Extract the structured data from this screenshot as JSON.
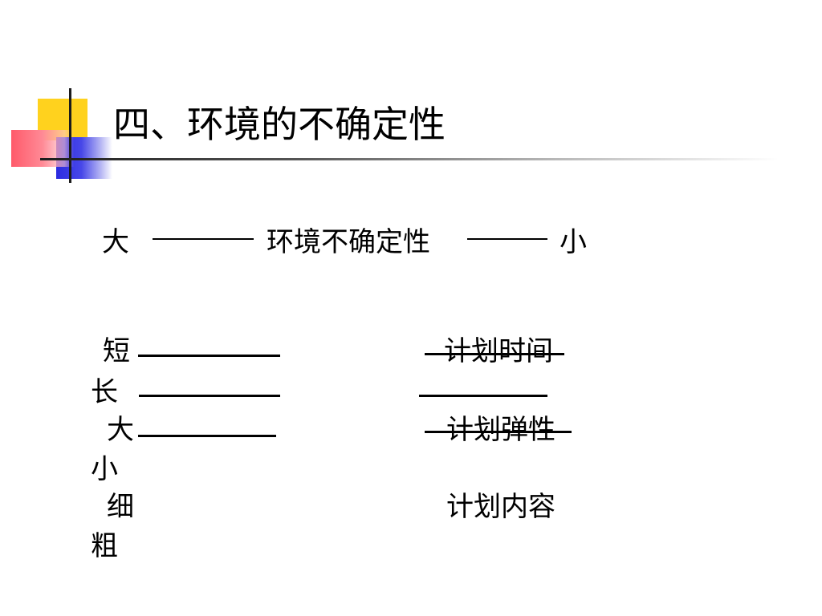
{
  "title": "四、环境的不确定性",
  "scale": {
    "left": "大",
    "center": "环境不确定性",
    "right": "小"
  },
  "rows": {
    "plan_time": {
      "top": "短",
      "bottom": "长",
      "label": "计划时间"
    },
    "plan_flexibility": {
      "top": "大",
      "bottom": "小",
      "label": "计划弹性"
    },
    "plan_content": {
      "top": "细",
      "bottom": "粗",
      "label": "计划内容"
    }
  }
}
